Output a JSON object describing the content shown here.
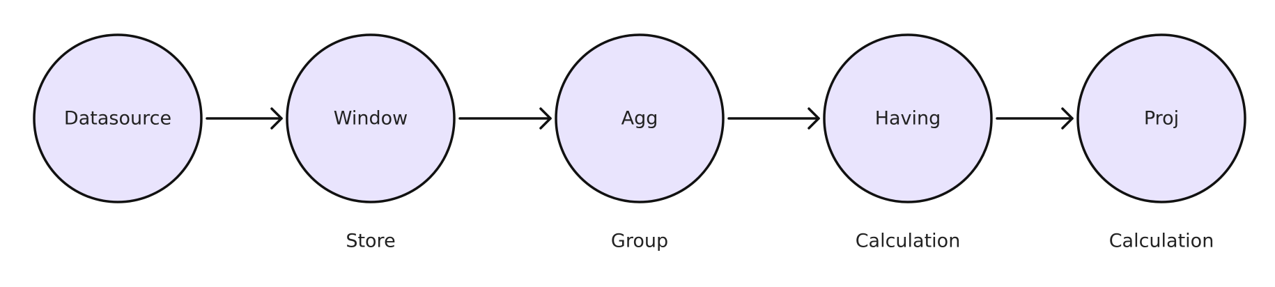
{
  "colors": {
    "node_fill": "#e9e4fd",
    "node_stroke": "#111111",
    "text": "#222222",
    "edge": "#111111"
  },
  "nodes": [
    {
      "label": "Datasource",
      "caption": ""
    },
    {
      "label": "Window",
      "caption": "Store"
    },
    {
      "label": "Agg",
      "caption": "Group"
    },
    {
      "label": "Having",
      "caption": "Calculation"
    },
    {
      "label": "Proj",
      "caption": "Calculation"
    }
  ],
  "edges": [
    {
      "from": 0,
      "to": 1
    },
    {
      "from": 1,
      "to": 2
    },
    {
      "from": 2,
      "to": 3
    },
    {
      "from": 3,
      "to": 4
    }
  ]
}
